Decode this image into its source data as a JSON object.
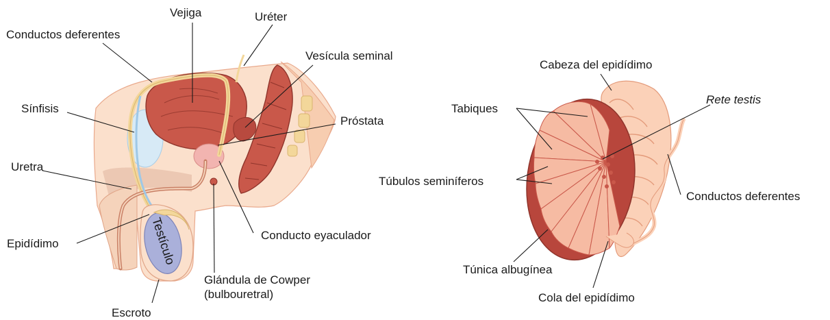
{
  "left_figure": {
    "labels": {
      "vejiga": "Vejiga",
      "ureter": "Uréter",
      "conductos_deferentes": "Conductos deferentes",
      "vesicula_seminal": "Vesícula seminal",
      "sinfisis": "Sínfisis",
      "prostata": "Próstata",
      "uretra": "Uretra",
      "testiculo": "Testículo",
      "epididimo": "Epidídimo",
      "conducto_eyaculador": "Conducto eyaculador",
      "glandula_cowper_1": "Glándula de Cowper",
      "glandula_cowper_2": "(bulbouretral)",
      "escroto": "Escroto"
    }
  },
  "right_figure": {
    "labels": {
      "cabeza_epididimo": "Cabeza del epidídimo",
      "rete_testis": "Rete testis",
      "tabiques": "Tabiques",
      "tubulos_seminiferos": "Túbulos seminíferos",
      "conductos_deferentes": "Conductos deferentes",
      "tunica_albuginea": "Túnica albugínea",
      "cola_epididimo": "Cola del epidídimo"
    }
  },
  "colors": {
    "skin": "#fbe0cc",
    "skin_edge": "#e9a98c",
    "muscle": "#c9584a",
    "muscle_dark": "#9b3a2f",
    "vas": "#f3d79a",
    "urethra": "#9fc8e6",
    "testis": "#aab0da",
    "epididymis": "#f7b99c"
  }
}
